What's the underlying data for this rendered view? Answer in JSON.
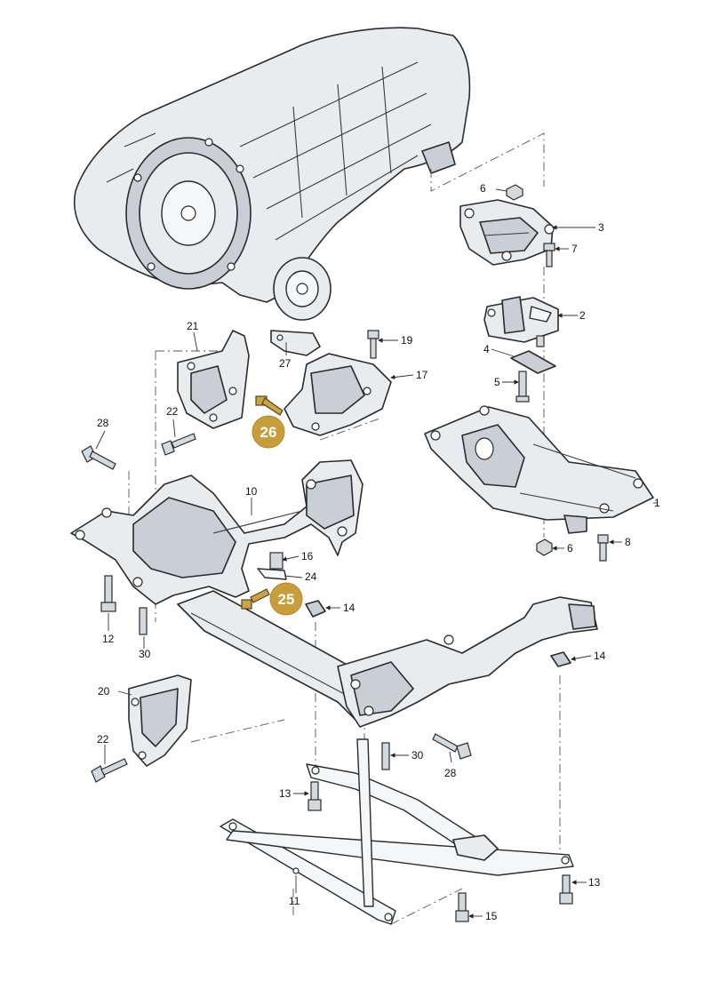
{
  "callouts": {
    "c1": "1",
    "c2": "2",
    "c3": "3",
    "c4": "4",
    "c5": "5",
    "c6a": "6",
    "c6b": "6",
    "c7": "7",
    "c8": "8",
    "c10": "10",
    "c11": "11",
    "c12": "12",
    "c13a": "13",
    "c13b": "13",
    "c14a": "14",
    "c14b": "14",
    "c15": "15",
    "c16": "16",
    "c17": "17",
    "c19": "19",
    "c20": "20",
    "c21": "21",
    "c22a": "22",
    "c22b": "22",
    "c24": "24",
    "c27": "27",
    "c28a": "28",
    "c28b": "28",
    "c30a": "30",
    "c30b": "30"
  },
  "highlights": {
    "h25": "25",
    "h26": "26"
  },
  "colors": {
    "highlight": "#c89d3c",
    "part_fill": "#e9ecef",
    "outline": "#2b2b2b"
  }
}
